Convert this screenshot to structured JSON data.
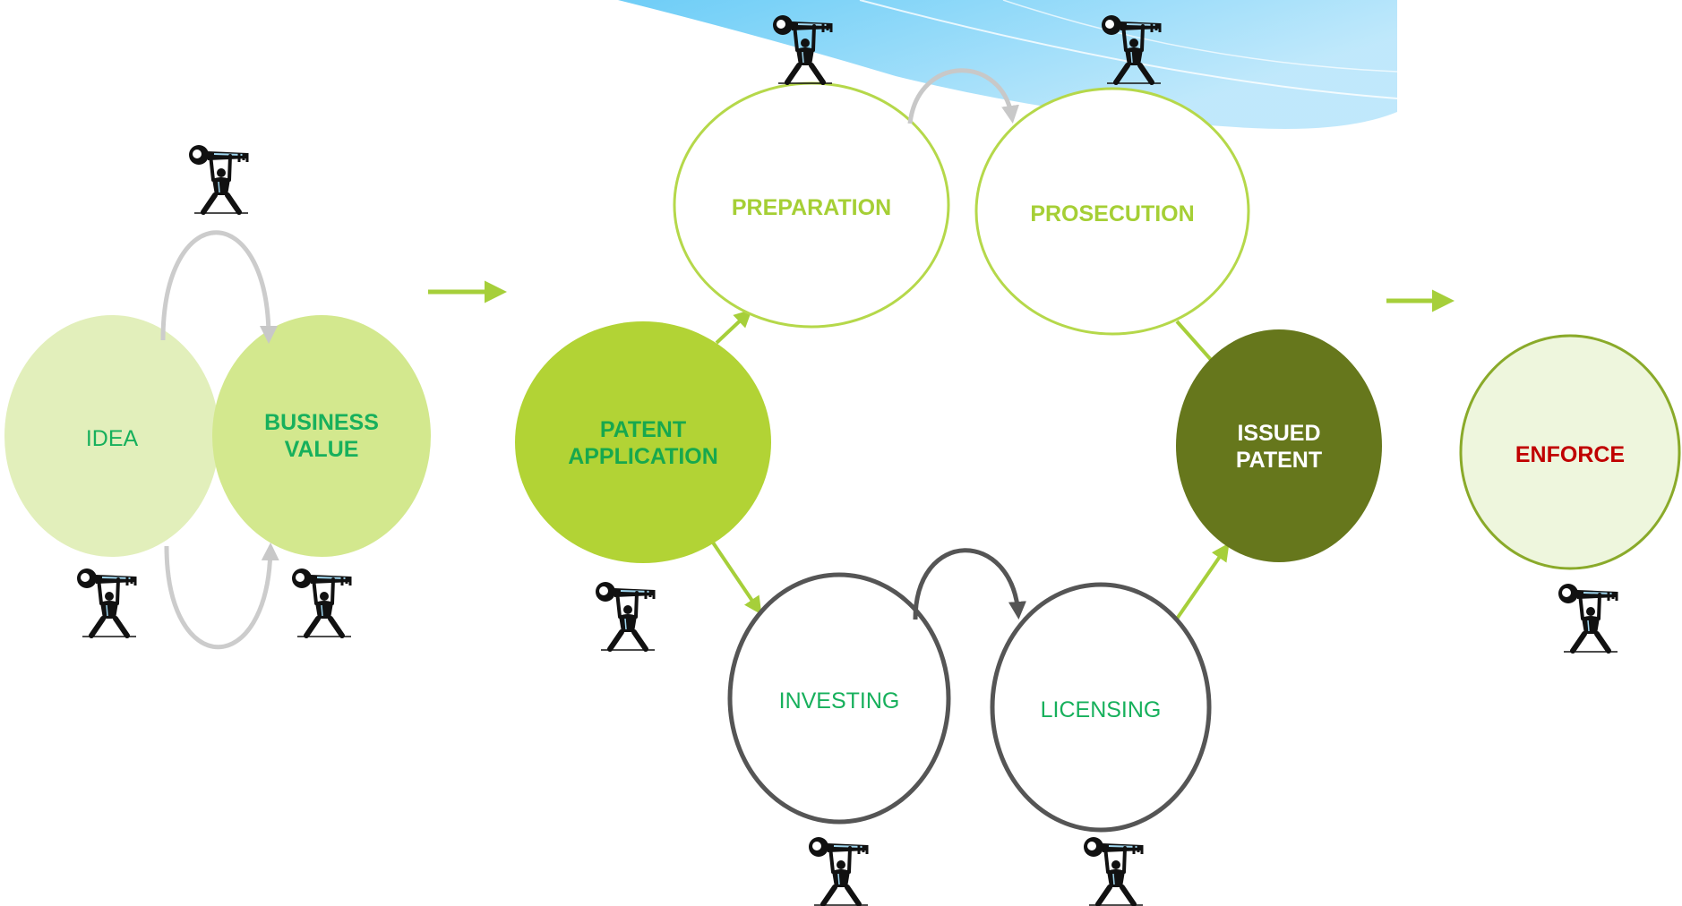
{
  "nodes": {
    "idea": {
      "lines": [
        "IDEA"
      ],
      "fill": "#e2efbb",
      "text_color": "#17b05c"
    },
    "business_value": {
      "lines": [
        "BUSINESS",
        "VALUE"
      ],
      "fill": "#d3e88e",
      "text_color": "#17b05c"
    },
    "patent_application": {
      "lines": [
        "PATENT",
        "APPLICATION"
      ],
      "fill": "#b2d335",
      "text_color": "#17a84e"
    },
    "preparation": {
      "lines": [
        "PREPARATION"
      ],
      "fill": "#ffffff",
      "stroke": "#b5d84a",
      "text_color": "#a5cf35"
    },
    "prosecution": {
      "lines": [
        "PROSECUTION"
      ],
      "fill": "#ffffff",
      "stroke": "#b5d84a",
      "text_color": "#a5cf35"
    },
    "investing": {
      "lines": [
        "INVESTING"
      ],
      "fill": "#ffffff",
      "stroke": "#555555",
      "text_color": "#17b05c"
    },
    "licensing": {
      "lines": [
        "LICENSING"
      ],
      "fill": "#ffffff",
      "stroke": "#555555",
      "text_color": "#17b05c"
    },
    "issued_patent": {
      "lines": [
        "ISSUED",
        "PATENT"
      ],
      "fill": "#66771c",
      "text_color": "#ffffff"
    },
    "enforce": {
      "lines": [
        "ENFORCE"
      ],
      "fill": "#eef6dd",
      "stroke": "#8aaa2a",
      "text_color": "#c00000"
    }
  },
  "colors": {
    "flow_arrow": "#a6cf3a",
    "loop_light": "#cccccc",
    "loop_dark": "#555555",
    "figure": "#111111",
    "header_wave": "#5cc6f4"
  },
  "icons": [
    "key-bearer-icon",
    "flow-arrow-icon",
    "curved-loop-arrow-icon"
  ]
}
